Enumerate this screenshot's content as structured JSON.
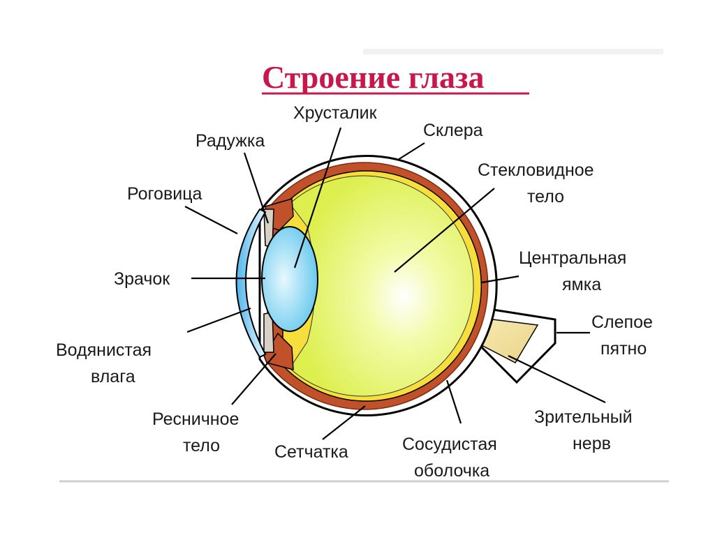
{
  "title": "Строение глаза",
  "labels": {
    "lens": "Хрусталик",
    "sclera": "Склера",
    "iris": "Радужка",
    "vitreous_1": "Стекловидное",
    "vitreous_2": "тело",
    "cornea": "Роговица",
    "fovea_1": "Центральная",
    "fovea_2": "ямка",
    "pupil": "Зрачок",
    "blind_spot_1": "Слепое",
    "blind_spot_2": "пятно",
    "aqueous_1": "Водянистая",
    "aqueous_2": "влага",
    "optic_nerve_1": "Зрительный",
    "optic_nerve_2": "нерв",
    "ciliary_1": "Ресничное",
    "ciliary_2": "тело",
    "retina": "Сетчатка",
    "choroid_1": "Сосудистая",
    "choroid_2": "оболочка"
  },
  "colors": {
    "title": "#c8174b",
    "vitreous": "#e6f55a",
    "choroid": "#c0512a",
    "lens": "#7fd3f0",
    "cornea": "#5bc2ee",
    "optic_nerve": "#f3e3a3"
  }
}
